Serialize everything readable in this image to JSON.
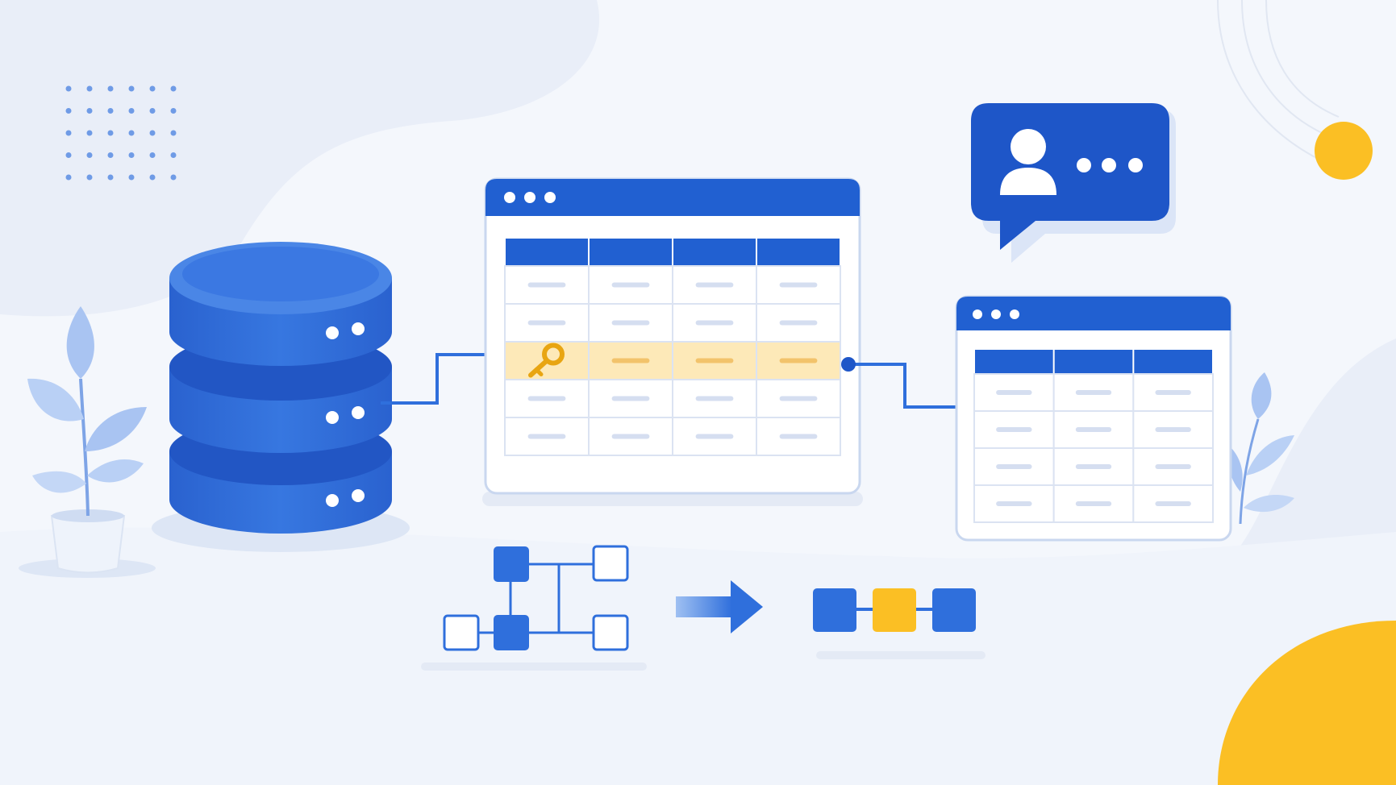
{
  "illustration": {
    "subject": "database-table-relationships",
    "icons": [
      "database-icon",
      "key-icon",
      "user-icon",
      "chat-bubble-icon",
      "arrow-right-icon",
      "plant-icon",
      "schema-tree-icon",
      "node-chain-icon"
    ],
    "colors": {
      "background": "#f4f7fc",
      "blob": "#e7edf8",
      "primary": "#2f6fdc",
      "primary_dark": "#1e56c8",
      "primary_light": "#5b93ea",
      "accent": "#fbbf24",
      "highlight_row": "#fde9b8",
      "highlight_bar": "#f2c36b",
      "cell_bar": "#d5def0",
      "leaf": "#a9c4f2"
    },
    "main_table": {
      "columns": 4,
      "rows": 5,
      "highlighted_row": 3
    },
    "side_table": {
      "columns": 3,
      "rows": 4
    },
    "window_dots": 3,
    "chat_dots": 3,
    "database_layers": 3
  }
}
